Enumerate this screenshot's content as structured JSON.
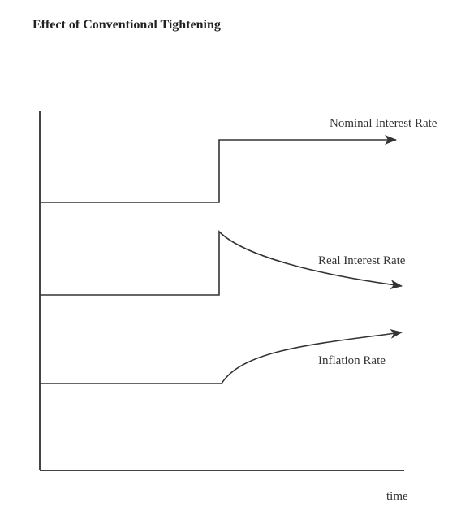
{
  "title": "Effect of Conventional Tightening",
  "diagram": {
    "x_axis_label": "time",
    "curves": [
      {
        "label": "Nominal Interest Rate"
      },
      {
        "label": "Real Interest Rate"
      },
      {
        "label": "Inflation Rate"
      }
    ]
  }
}
